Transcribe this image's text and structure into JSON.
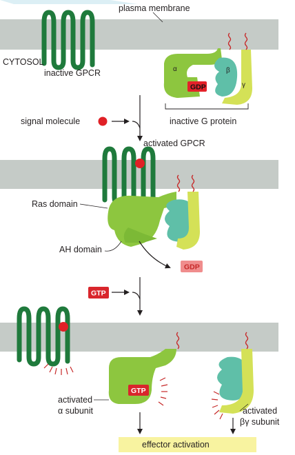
{
  "labels": {
    "plasma_membrane": "plasma membrane",
    "cytosol": "CYTOSOL",
    "inactive_gpcr": "inactive GPCR",
    "inactive_g_protein": "inactive G protein",
    "signal_molecule": "signal molecule",
    "activated_gpcr": "activated GPCR",
    "ras_domain": "Ras domain",
    "ah_domain": "AH domain",
    "activated_alpha_line1": "activated",
    "activated_alpha_line2": "α subunit",
    "activated_bg_line1": "activated",
    "activated_bg_line2": "βγ subunit",
    "effector_activation": "effector activation"
  },
  "subunits": {
    "alpha": "α",
    "beta": "β",
    "gamma": "γ"
  },
  "chips": {
    "gdp": "GDP",
    "gtp": "GTP"
  },
  "colors": {
    "membrane": "#c5cbc7",
    "gpcr": "#1f7a3c",
    "alpha": "#8dc63f",
    "beta": "#5fbfa8",
    "gamma": "#d4e157",
    "signal": "#e02026",
    "gtp_chip": "#d9262c",
    "gdp_chip": "#f08d8d",
    "effector_box": "#f8f3a0"
  }
}
